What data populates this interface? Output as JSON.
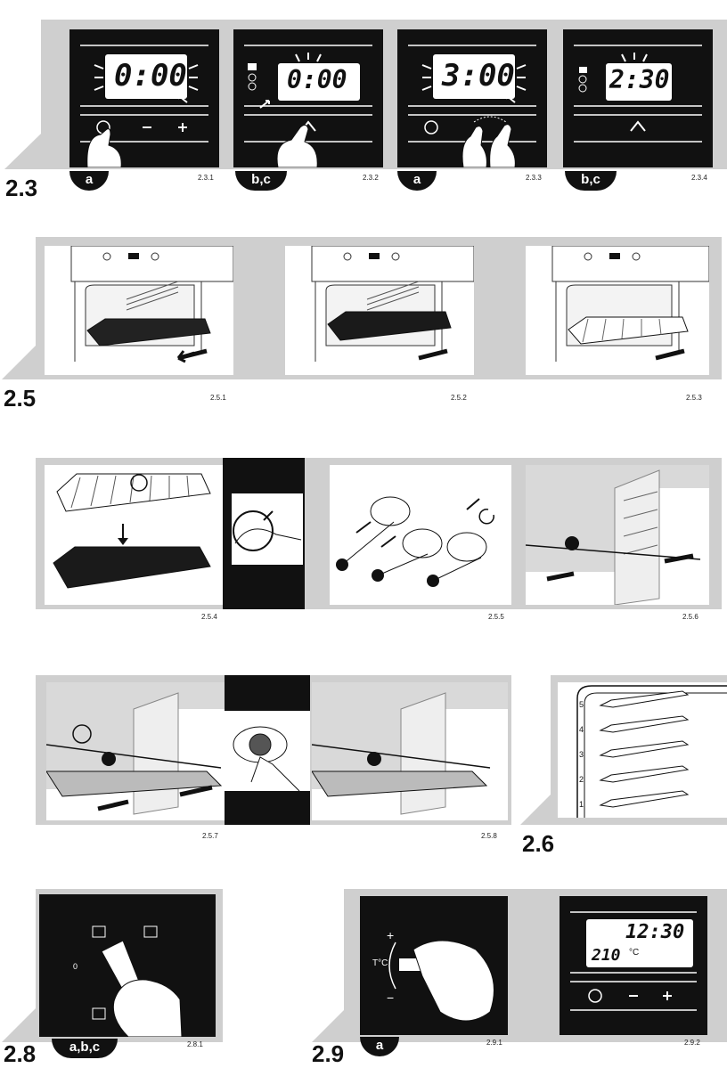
{
  "sections": {
    "s23": {
      "num": "2.3",
      "captions": [
        "2.3.1",
        "2.3.2",
        "2.3.3",
        "2.3.4"
      ],
      "badges": [
        "a",
        "b,c",
        "a",
        "b,c"
      ],
      "displays": [
        "0:00",
        "0:00",
        "3:00",
        "2:30"
      ]
    },
    "s25": {
      "num": "2.5",
      "captions": [
        "2.5.1",
        "2.5.2",
        "2.5.3"
      ]
    },
    "s25b": {
      "captions": [
        "2.5.4",
        "2.5.5",
        "2.5.6"
      ]
    },
    "s25c": {
      "captions": [
        "2.5.7",
        "2.5.8"
      ]
    },
    "s26": {
      "num": "2.6",
      "levels": [
        "5",
        "4",
        "3",
        "2",
        "1"
      ]
    },
    "s28": {
      "num": "2.8",
      "caption": "2.8.1",
      "badge": "a,b,c",
      "zero": "0"
    },
    "s29": {
      "num": "2.9",
      "captions": [
        "2.9.1",
        "2.9.2"
      ],
      "badge": "a",
      "time": "12:30",
      "temp": "210",
      "unit": "°C",
      "plus": "+",
      "minus": "−",
      "tc": "T°C"
    }
  },
  "symbols": {
    "minus": "−",
    "plus": "+"
  }
}
